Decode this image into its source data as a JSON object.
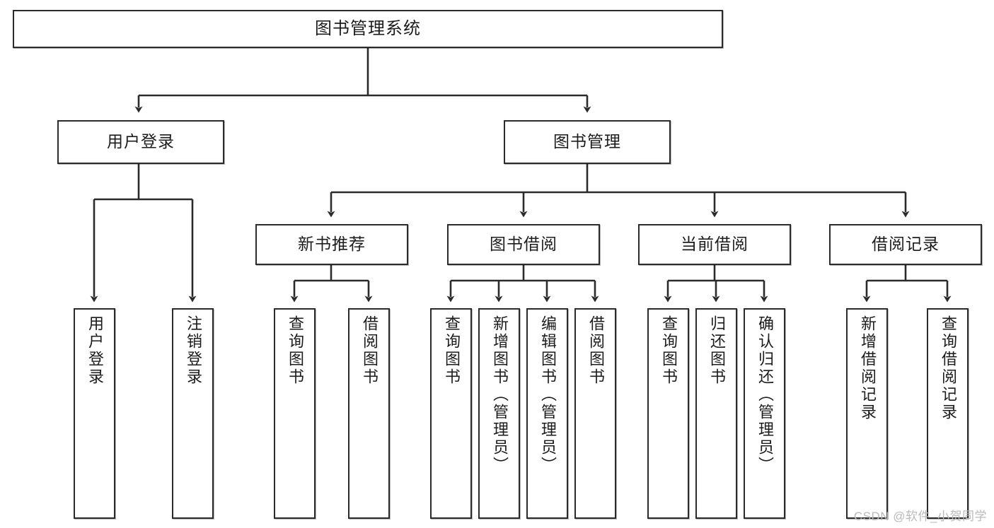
{
  "diagram": {
    "title": "图书管理系统",
    "type": "tree",
    "watermark": "CSDN @软件_小贺同学",
    "colors": {
      "box_border": "#2b2b2b",
      "box_fill": "#ffffff",
      "edge": "#2b2b2b",
      "text": "#1c1c1c",
      "watermark": "#b9b9b9"
    },
    "root": {
      "id": "root",
      "label": "图书管理系统"
    },
    "level2": [
      {
        "id": "user-login",
        "label": "用户登录"
      },
      {
        "id": "book-manage",
        "label": "图书管理"
      }
    ],
    "level3": [
      {
        "id": "new-book-recommend",
        "label": "新书推荐"
      },
      {
        "id": "book-borrow",
        "label": "图书借阅"
      },
      {
        "id": "current-borrow",
        "label": "当前借阅"
      },
      {
        "id": "borrow-record",
        "label": "借阅记录"
      }
    ],
    "leaves": {
      "user_login": [
        {
          "id": "leaf-user-login",
          "label": "用户登录"
        },
        {
          "id": "leaf-logout-login",
          "label": "注销登录"
        }
      ],
      "new_book_recommend": [
        {
          "id": "leaf-query-book-1",
          "label": "查询图书"
        },
        {
          "id": "leaf-borrow-book-1",
          "label": "借阅图书"
        }
      ],
      "book_borrow": [
        {
          "id": "leaf-query-book-2",
          "label": "查询图书"
        },
        {
          "id": "leaf-add-book",
          "label": "新增图书（管理员）"
        },
        {
          "id": "leaf-edit-book",
          "label": "编辑图书（管理员）"
        },
        {
          "id": "leaf-borrow-book-2",
          "label": "借阅图书"
        }
      ],
      "current_borrow": [
        {
          "id": "leaf-query-book-3",
          "label": "查询图书"
        },
        {
          "id": "leaf-return-book",
          "label": "归还图书"
        },
        {
          "id": "leaf-confirm-return",
          "label": "确认归还（管理员）"
        }
      ],
      "borrow_record": [
        {
          "id": "leaf-add-record",
          "label": "新增借阅记录"
        },
        {
          "id": "leaf-query-record",
          "label": "查询借阅记录"
        }
      ]
    }
  }
}
